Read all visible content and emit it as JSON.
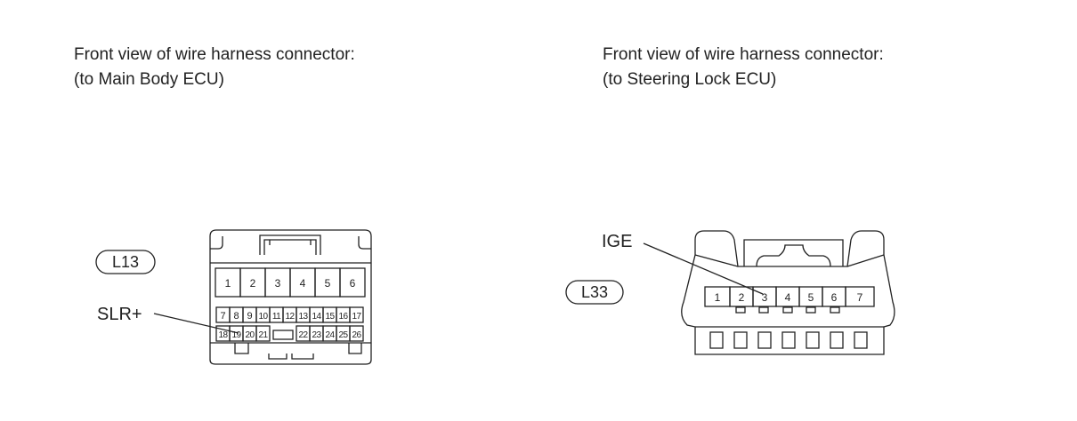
{
  "left": {
    "caption_line1": "Front view of wire harness connector:",
    "caption_line2": "(to Main Body ECU)",
    "connector_code": "L13",
    "signal_label": "SLR+",
    "top_row_pins": [
      "1",
      "2",
      "3",
      "4",
      "5",
      "6"
    ],
    "middle_row_pins": [
      "7",
      "8",
      "9",
      "10",
      "11",
      "12",
      "13",
      "14",
      "15",
      "16",
      "17"
    ],
    "bottom_row_pins": [
      "18",
      "19",
      "20",
      "21",
      "22",
      "23",
      "24",
      "25",
      "26"
    ]
  },
  "right": {
    "caption_line1": "Front view of wire harness connector:",
    "caption_line2": "(to Steering Lock ECU)",
    "connector_code": "L33",
    "signal_label": "IGE",
    "pins": [
      "1",
      "2",
      "3",
      "4",
      "5",
      "6",
      "7"
    ]
  },
  "colors": {
    "line": "#222222",
    "background": "#ffffff"
  }
}
